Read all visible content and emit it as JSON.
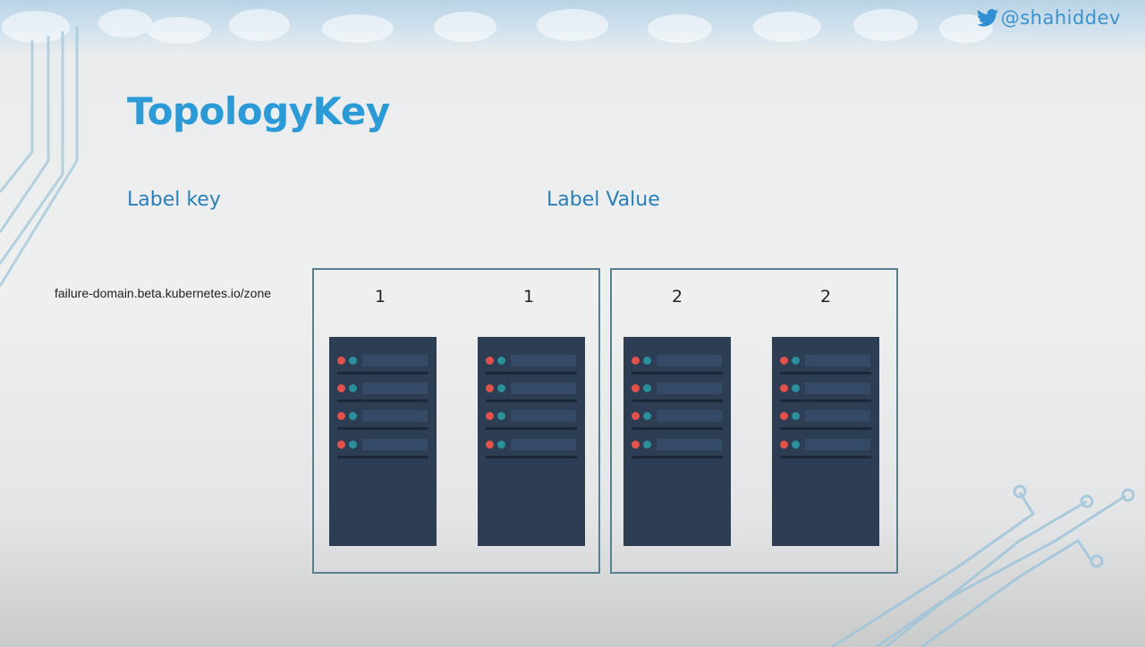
{
  "twitter": {
    "handle": "@shahiddev",
    "icon": "twitter-bird-icon"
  },
  "slide": {
    "title": "TopologyKey",
    "label_key_heading": "Label key",
    "label_value_heading": "Label Value",
    "label_key": "failure-domain.beta.kubernetes.io/zone"
  },
  "zones": [
    {
      "racks": [
        {
          "label": "1"
        },
        {
          "label": "1"
        }
      ]
    },
    {
      "racks": [
        {
          "label": "2"
        },
        {
          "label": "2"
        }
      ]
    }
  ],
  "colors": {
    "title": "#2b9ad6",
    "heading": "#2a7fb8",
    "rack": "#2d3d53",
    "led_red": "#e2524b",
    "led_teal": "#2b8f9c",
    "zone_border": "#5a7f8f"
  }
}
